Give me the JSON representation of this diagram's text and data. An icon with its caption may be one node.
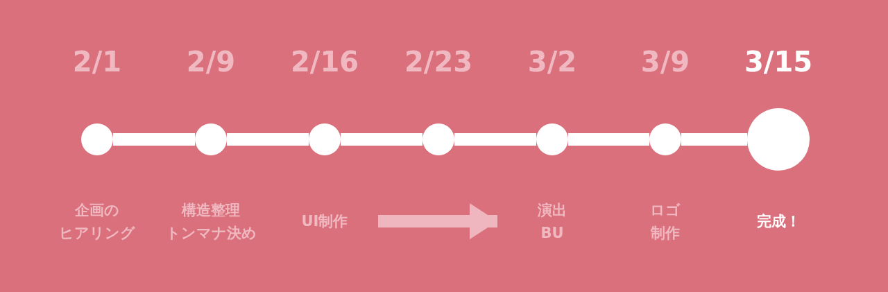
{
  "diagram": {
    "nodes": [
      {
        "text": [],
        "shape": "circle",
        "beside": [
          "2/1"
        ]
      },
      {
        "text": [],
        "shape": "circle",
        "beside": [
          "2/9"
        ]
      },
      {
        "text": [],
        "shape": "circle",
        "beside": [
          "2/16"
        ]
      },
      {
        "text": [],
        "shape": "circle",
        "beside": [
          "2/23"
        ]
      },
      {
        "text": [],
        "shape": "circle",
        "beside": [
          "3/2"
        ]
      },
      {
        "text": [],
        "shape": "circle",
        "beside": [
          "3/9"
        ]
      },
      {
        "text": [],
        "shape": "circle",
        "beside": [
          "3/15"
        ]
      },
      {
        "text": [
          "企画のヒアリング"
        ]
      },
      {
        "text": [
          "構造整理トンマナ決め"
        ]
      },
      {
        "text": [
          "UI制作"
        ]
      },
      {
        "text": [
          "演出BU"
        ]
      },
      {
        "text": [
          "ロゴ制作"
        ]
      },
      {
        "text": [
          "完成！"
        ]
      }
    ],
    "edges": [
      {
        "from": 0,
        "to": 1,
        "arrow": "none"
      },
      {
        "from": 1,
        "to": 2,
        "arrow": "none"
      },
      {
        "from": 2,
        "to": 3,
        "arrow": "none"
      },
      {
        "from": 3,
        "to": 4,
        "arrow": "none"
      },
      {
        "from": 4,
        "to": 5,
        "arrow": "none"
      },
      {
        "from": 5,
        "to": 6,
        "arrow": "none"
      },
      {
        "from": 9,
        "to": 10,
        "arrow": "to",
        "color": "#efb6bf"
      }
    ]
  }
}
